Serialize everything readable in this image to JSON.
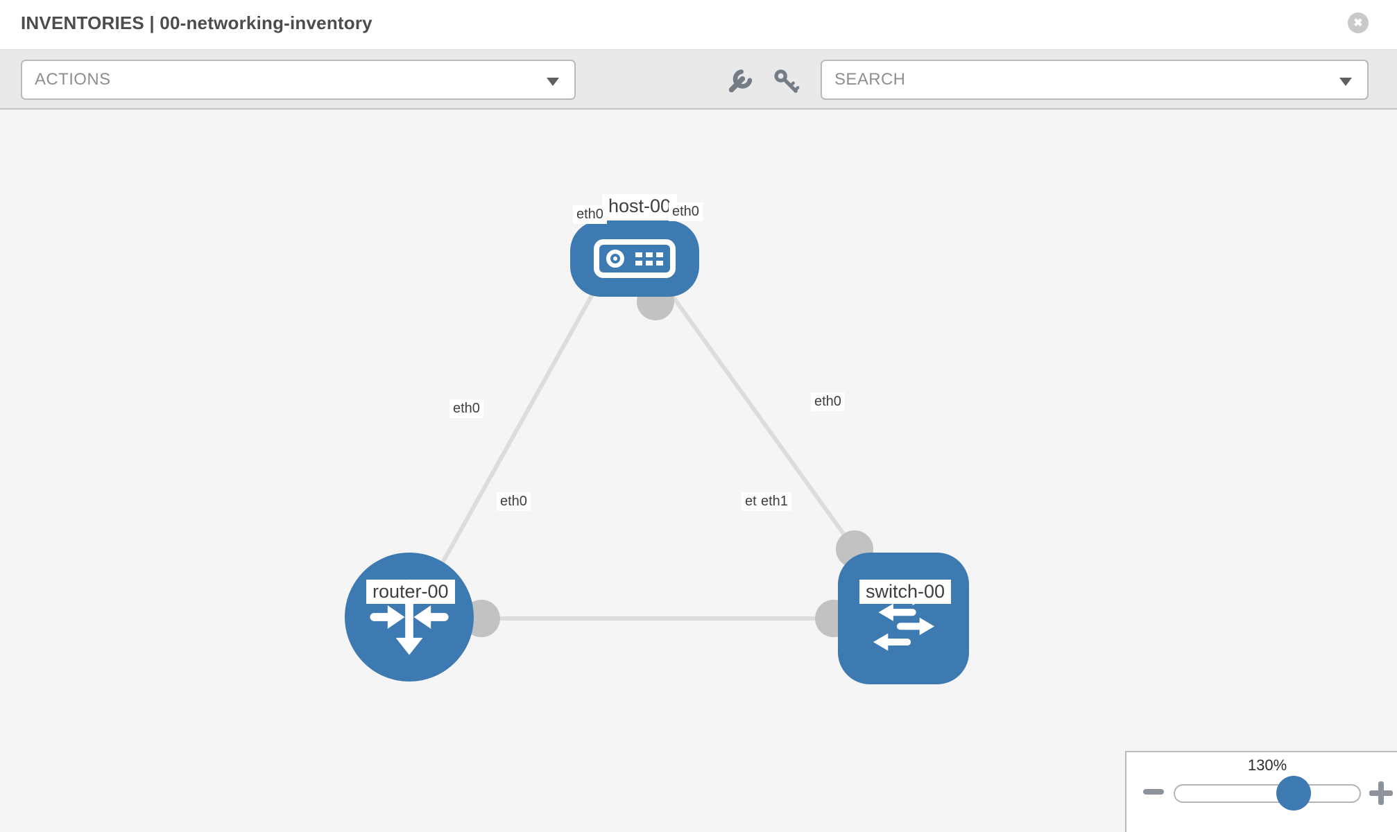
{
  "theme": {
    "node_blue": "#3d7ab2",
    "link_gray": "#dcdcdc",
    "port_gray": "#c2c2c2",
    "canvas_bg": "#f5f5f5",
    "toolbar_bg": "#e9e9e9",
    "chip_text": "#3e3e3e",
    "icon_gray": "#747d85"
  },
  "header": {
    "title": "INVENTORIES | 00-networking-inventory",
    "close_icon": "x-circle"
  },
  "toolbar": {
    "actions_label": "ACTIONS",
    "search_label": "SEARCH",
    "icons": [
      "wrench-icon",
      "key-icon"
    ]
  },
  "topology": {
    "nodes": [
      {
        "id": "host-00",
        "label": "host-00",
        "type": "host"
      },
      {
        "id": "router-00",
        "label": "router-00",
        "type": "router"
      },
      {
        "id": "switch-00",
        "label": "switch-00",
        "type": "switch"
      }
    ],
    "links": [
      {
        "source": "host-00",
        "source_interface": "eth0",
        "target": "router-00",
        "target_interface": "eth0"
      },
      {
        "source": "host-00",
        "source_interface": "eth0",
        "target": "switch-00",
        "target_interface": "eth0"
      },
      {
        "source": "router-00",
        "source_interface": "eth0",
        "target": "switch-00",
        "target_interface": "eth1",
        "overlapped_label_at_target": "eth0"
      }
    ]
  },
  "zoom_control": {
    "value": "130%"
  }
}
